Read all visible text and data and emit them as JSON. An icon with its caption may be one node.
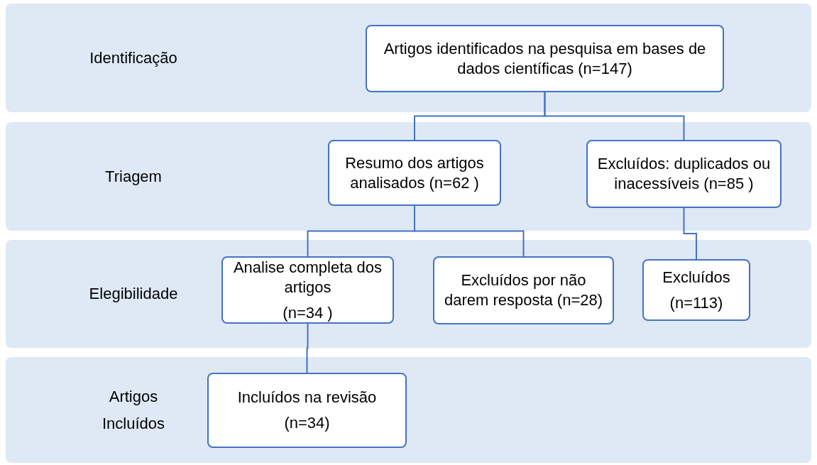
{
  "diagram": {
    "nodes": [
      {
        "text": [
          "Identificação"
        ]
      },
      {
        "text": [
          "Artigos identificados na pesquisa em bases de dados científicas (n=147)"
        ],
        "in": 0
      },
      {
        "text": [
          "Triagem"
        ]
      },
      {
        "text": [
          "Resumo dos artigos analisados (n=62 )"
        ],
        "in": 2
      },
      {
        "text": [
          "Excluídos: duplicados ou inacessíveis (n=85 )"
        ],
        "in": 2
      },
      {
        "text": [
          "Elegibilidade"
        ]
      },
      {
        "text": [
          "Analise completa dos artigos",
          "(n=34 )"
        ],
        "in": 5
      },
      {
        "text": [
          "Excluídos por não darem resposta (n=28)"
        ],
        "in": 5
      },
      {
        "text": [
          "Excluídos",
          "(n=113)"
        ],
        "in": 5
      },
      {
        "text": [
          "Artigos Incluídos"
        ]
      },
      {
        "text": [
          "Incluídos na revisão",
          "(n=34)"
        ],
        "in": 9
      }
    ],
    "edges": [
      {
        "from": 1,
        "to": 3,
        "arrow": "none"
      },
      {
        "from": 1,
        "to": 4,
        "arrow": "none"
      },
      {
        "from": 3,
        "to": 6,
        "arrow": "none"
      },
      {
        "from": 3,
        "to": 7,
        "arrow": "none"
      },
      {
        "from": 4,
        "to": 8,
        "arrow": "none"
      },
      {
        "from": 6,
        "to": 10,
        "arrow": "none"
      }
    ]
  }
}
